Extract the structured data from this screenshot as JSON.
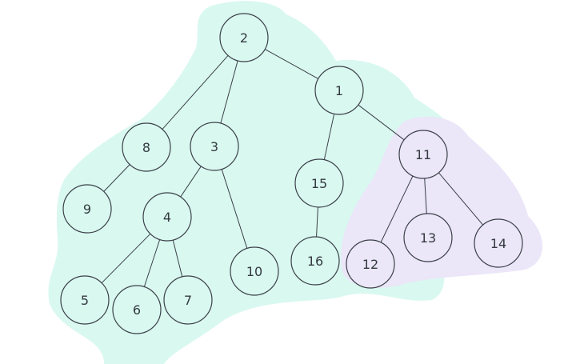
{
  "diagram": {
    "colors": {
      "region_main": "#d9f8f0",
      "region_sub": "#ebe6f8",
      "stroke": "#3a4048",
      "text": "#333a40"
    },
    "nodes": [
      {
        "id": "2",
        "label": "2",
        "group": "main"
      },
      {
        "id": "1",
        "label": "1",
        "group": "main"
      },
      {
        "id": "8",
        "label": "8",
        "group": "main"
      },
      {
        "id": "3",
        "label": "3",
        "group": "main"
      },
      {
        "id": "9",
        "label": "9",
        "group": "main"
      },
      {
        "id": "4",
        "label": "4",
        "group": "main"
      },
      {
        "id": "5",
        "label": "5",
        "group": "main"
      },
      {
        "id": "6",
        "label": "6",
        "group": "main"
      },
      {
        "id": "7",
        "label": "7",
        "group": "main"
      },
      {
        "id": "10",
        "label": "10",
        "group": "main"
      },
      {
        "id": "15",
        "label": "15",
        "group": "main"
      },
      {
        "id": "16",
        "label": "16",
        "group": "main"
      },
      {
        "id": "11",
        "label": "11",
        "group": "sub"
      },
      {
        "id": "12",
        "label": "12",
        "group": "sub"
      },
      {
        "id": "13",
        "label": "13",
        "group": "sub"
      },
      {
        "id": "14",
        "label": "14",
        "group": "sub"
      }
    ],
    "edges": [
      [
        "2",
        "8"
      ],
      [
        "2",
        "3"
      ],
      [
        "2",
        "1"
      ],
      [
        "8",
        "9"
      ],
      [
        "3",
        "4"
      ],
      [
        "3",
        "10"
      ],
      [
        "4",
        "5"
      ],
      [
        "4",
        "6"
      ],
      [
        "4",
        "7"
      ],
      [
        "1",
        "15"
      ],
      [
        "1",
        "11"
      ],
      [
        "15",
        "16"
      ],
      [
        "11",
        "12"
      ],
      [
        "11",
        "13"
      ],
      [
        "11",
        "14"
      ]
    ]
  }
}
